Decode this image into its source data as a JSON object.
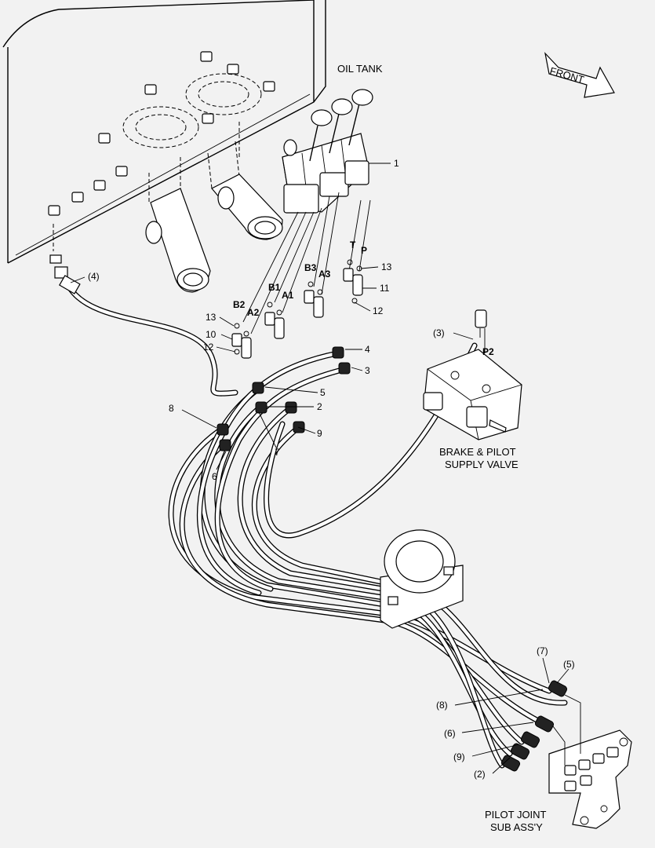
{
  "labels": {
    "oil_tank": "OIL TANK",
    "front": "FRONT",
    "brake_line1": "BRAKE & PILOT",
    "brake_line2": "SUPPLY VALVE",
    "joint_line1": "PILOT JOINT",
    "joint_line2": "SUB ASS'Y"
  },
  "ports": {
    "B2": "B2",
    "A2": "A2",
    "B1": "B1",
    "A1": "A1",
    "B3": "B3",
    "A3": "A3",
    "T": "T",
    "P": "P",
    "P2": "P2"
  },
  "callouts": {
    "c1": "1",
    "c2": "2",
    "c3": "3",
    "c4": "4",
    "c5": "5",
    "c6": "6",
    "c7": "7",
    "c8": "8",
    "c9": "9",
    "c10": "10",
    "c11": "11",
    "c12a": "12",
    "c12b": "12",
    "c13a": "13",
    "c13b": "13",
    "p2": "(2)",
    "p3": "(3)",
    "p4": "(4)",
    "p5": "(5)",
    "p6": "(6)",
    "p7": "(7)",
    "p8": "(8)",
    "p9": "(9)"
  }
}
